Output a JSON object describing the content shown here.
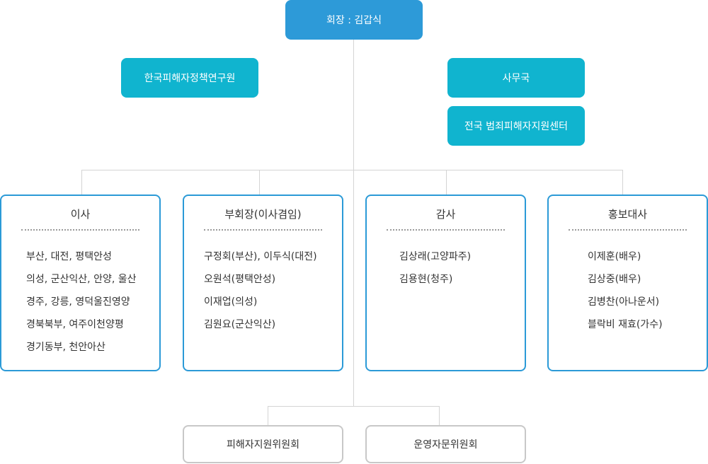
{
  "head": {
    "label": "회장 : 김갑식"
  },
  "left_unit": {
    "label": "한국피해자정책연구원"
  },
  "right_units": [
    {
      "label": "사무국"
    },
    {
      "label": "전국 범죄피해자지원센터"
    }
  ],
  "cards": [
    {
      "title": "이사",
      "items": [
        "부산, 대전, 평택안성",
        "의성, 군산익산, 안양, 울산",
        "경주, 강릉, 영덕울진영양",
        "경북북부, 여주이천양평",
        "경기동부, 천안아산"
      ]
    },
    {
      "title": "부회장(이사겸임)",
      "items": [
        "구정회(부산), 이두식(대전)",
        "오원석(평택안성)",
        "이재업(의성)",
        "김원요(군산익산)"
      ]
    },
    {
      "title": "감사",
      "items": [
        "김상래(고양파주)",
        "김용현(청주)"
      ]
    },
    {
      "title": "홍보대사",
      "items": [
        "이제훈(배우)",
        "김상중(배우)",
        "김병찬(아나운서)",
        "블락비 재효(가수)"
      ]
    }
  ],
  "committees": [
    {
      "label": "피해자지원위원회"
    },
    {
      "label": "운영자문위원회"
    }
  ],
  "colors": {
    "head": "#2d9ad8",
    "unit": "#10b4cf",
    "card_border": "#2b9ad7",
    "committee_border": "#c8c8c8",
    "connector": "#d4d4d4"
  }
}
